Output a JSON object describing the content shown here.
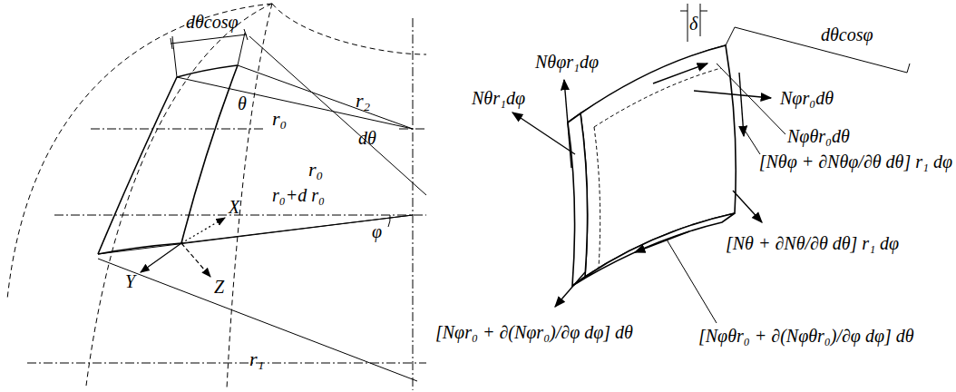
{
  "diagram": {
    "labels": [
      "dθcosφ",
      "θ",
      "r₂",
      "r₀",
      "r₀",
      "dθ",
      "X",
      "r₀+d r₀",
      "φ",
      "Y",
      "Z",
      "r₁",
      "δ",
      "dθcosφ",
      "Nθφr₁dφ",
      "Nθr₁dφ",
      "Nφr₀dθ",
      "Nφθr₀dθ",
      "[Nθφ + ∂Nθφ/∂θ dθ] r₁ dφ",
      "[Nθ + ∂Nθ/∂θ dθ] r₁ dφ",
      "[Nφr₀ + ∂(Nφr₀)/∂φ dφ] dθ",
      "[Nφθr₀ + ∂(Nφθr₀)/∂φ dφ] dθ"
    ]
  }
}
